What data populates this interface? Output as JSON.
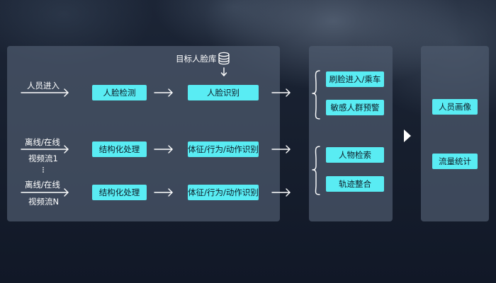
{
  "db_label": "目标人脸库",
  "rows": {
    "row1": {
      "input": "人员进入",
      "step1": "人脸检测",
      "step2": "人脸识别"
    },
    "row2": {
      "input_line1": "离线/在线",
      "input_line2": "视频流1",
      "step1": "结构化处理",
      "step2": "体征/行为/动作识别"
    },
    "row3": {
      "input_line1": "离线/在线",
      "input_line2": "视频流N",
      "step1": "结构化处理",
      "step2": "体征/行为/动作识别"
    }
  },
  "results": {
    "group1": [
      "刷脸进入/乘车",
      "敏感人群预警"
    ],
    "group2": [
      "人物检索",
      "轨迹整合"
    ]
  },
  "outputs": [
    "人员画像",
    "流量统计"
  ],
  "colors": {
    "accent": "#59ecf3",
    "panel": "#4e5a6e",
    "background": "#141b29"
  }
}
